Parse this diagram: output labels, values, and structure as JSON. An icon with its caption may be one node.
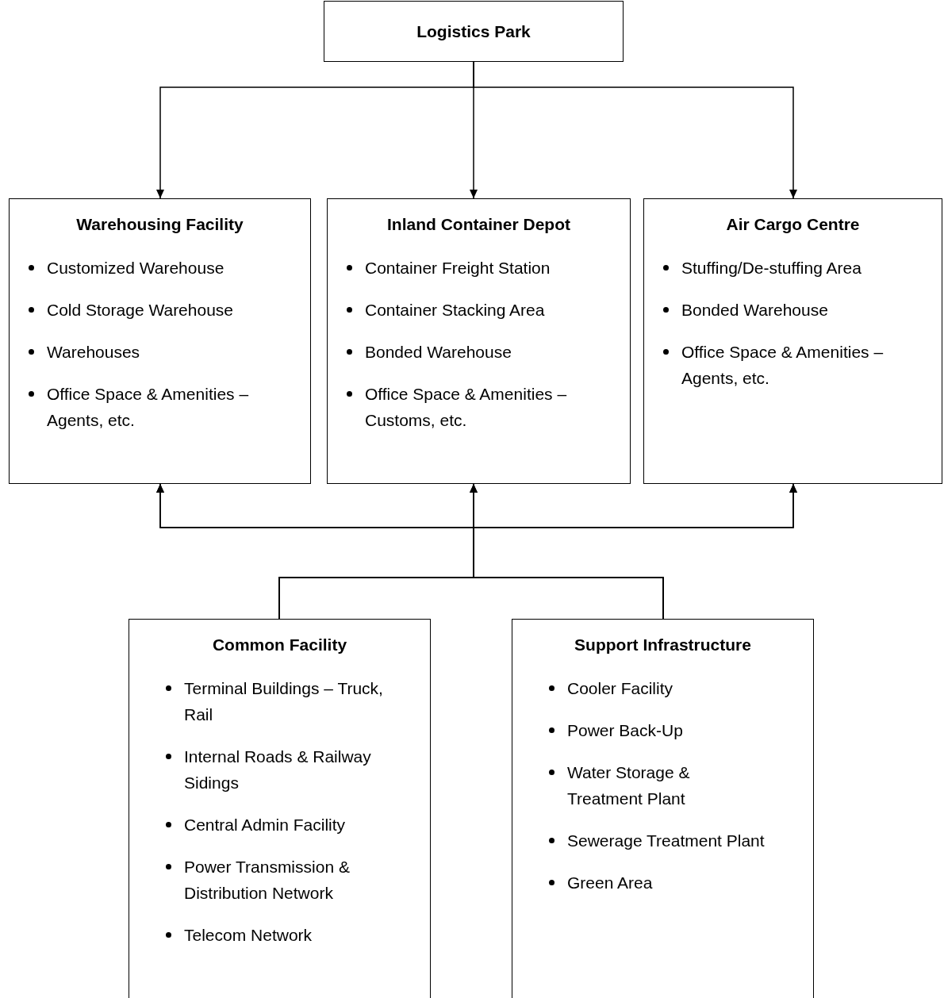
{
  "diagram": {
    "nodes": [
      {
        "text": [
          "Logistics Park"
        ]
      },
      {
        "text": [
          "Warehousing Facility",
          "Customized Warehouse",
          "Cold Storage Warehouse",
          "Warehouses",
          "Office Space & Amenities – Agents, etc."
        ]
      },
      {
        "text": [
          "Inland Container Depot",
          "Container Freight Station",
          "Container Stacking Area",
          "Bonded Warehouse",
          "Office Space & Amenities – Customs, etc."
        ]
      },
      {
        "text": [
          "Air Cargo Centre",
          "Stuffing/De-stuffing Area",
          "Bonded Warehouse",
          "Office Space & Amenities – Agents, etc."
        ]
      },
      {
        "text": [
          "Common Facility",
          "Terminal Buildings – Truck, Rail",
          "Internal Roads & Railway Sidings",
          "Central Admin Facility",
          "Power Transmission & Distribution Network",
          "Telecom Network"
        ]
      },
      {
        "text": [
          "Support Infrastructure",
          "Cooler Facility",
          "Power Back-Up",
          "Water Storage & Treatment Plant",
          "Sewerage Treatment Plant",
          "Green Area"
        ]
      }
    ],
    "edges": [
      {
        "from": 0,
        "to": 1,
        "arrow": "to"
      },
      {
        "from": 0,
        "to": 2,
        "arrow": "to"
      },
      {
        "from": 0,
        "to": 3,
        "arrow": "to"
      },
      {
        "from": 4,
        "to": 1,
        "arrow": "to"
      },
      {
        "from": 4,
        "to": 2,
        "arrow": "to"
      },
      {
        "from": 4,
        "to": 3,
        "arrow": "to"
      },
      {
        "from": 5,
        "to": 1,
        "arrow": "to"
      },
      {
        "from": 5,
        "to": 2,
        "arrow": "to"
      },
      {
        "from": 5,
        "to": 3,
        "arrow": "to"
      }
    ]
  }
}
